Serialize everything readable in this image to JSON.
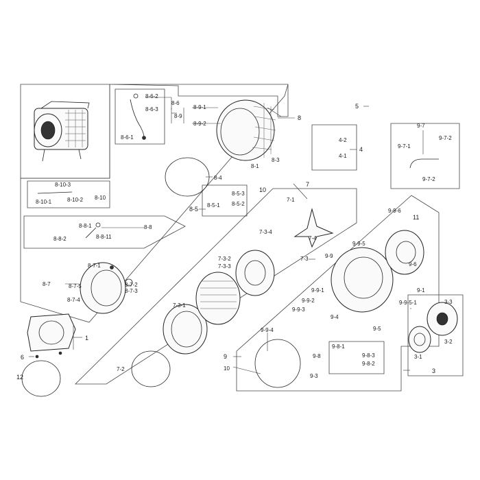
{
  "labels": {
    "p1": "1",
    "p3": "3",
    "p3_1": "3-1",
    "p3_2": "3-2",
    "p3_3": "3-3",
    "p4": "4",
    "p4_1": "4-1",
    "p4_2": "4-2",
    "p5": "5",
    "p6": "6",
    "p7": "7",
    "p7_1": "7-1",
    "p7_2": "7-2",
    "p7_3": "7-3",
    "p7_3_1": "7-3-1",
    "p7_3_2": "7-3-2",
    "p7_3_3": "7-3-3",
    "p7_3_4": "7-3-4",
    "p7_4": "7-4",
    "p8": "8",
    "p8_1": "8-1",
    "p8_3": "8-3",
    "p8_4": "8-4",
    "p8_5": "8-5",
    "p8_5_1": "8-5-1",
    "p8_5_2": "8-5-2",
    "p8_5_3": "8-5-3",
    "p8_6": "8-6",
    "p8_6_1": "8-6-1",
    "p8_6_2": "8-6-2",
    "p8_6_3": "8-6-3",
    "p8_7": "8-7",
    "p8_7_1": "8-7-1",
    "p8_7_2": "8-7-2",
    "p8_7_3": "8-7-3",
    "p8_7_4": "8-7-4",
    "p8_7_5": "8-7-5",
    "p8_8": "8-8",
    "p8_8_1": "8-8-1",
    "p8_8_2": "8-8-2",
    "p8_8_11": "8-8-11",
    "p8_9": "8-9",
    "p8_9_1": "8-9-1",
    "p8_9_2": "8-9-2",
    "p8_10": "8-10",
    "p8_10_1": "8-10-1",
    "p8_10_2": "8-10-2",
    "p8_10_3": "8-10-3",
    "p9": "9",
    "p9_1": "9-1",
    "p9_3": "9-3",
    "p9_4": "9-4",
    "p9_5": "9-5",
    "p9_6": "9-6",
    "p9_7": "9-7",
    "p9_7_1": "9-7-1",
    "p9_7_2a": "9-7-2",
    "p9_7_2b": "9-7-2",
    "p9_8": "9-8",
    "p9_8_1": "9-8-1",
    "p9_8_2": "9-8-2",
    "p9_8_3": "9-8-3",
    "p9_9": "9-9",
    "p9_9_1": "9-9-1",
    "p9_9_2": "9-9-2",
    "p9_9_3": "9-9-3",
    "p9_9_4": "9-9-4",
    "p9_9_5": "9-9-5",
    "p9_9_5_1": "9-9-5-1",
    "p9_9_6": "9-9-6",
    "p10a": "10",
    "p10b": "10",
    "p11": "11",
    "p12": "12"
  },
  "colors": {
    "line": "#222222",
    "background": "#ffffff"
  }
}
